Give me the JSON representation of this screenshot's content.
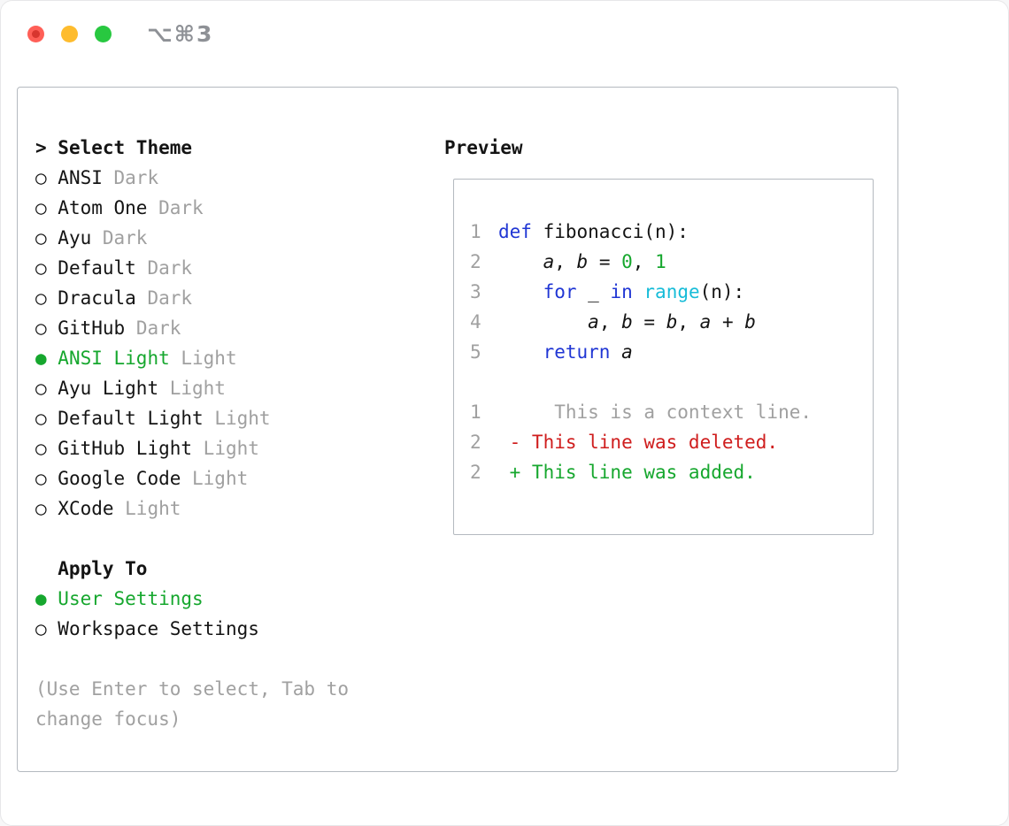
{
  "window": {
    "title": "⌥⌘3",
    "traffic_lights": [
      "close",
      "minimize",
      "zoom"
    ]
  },
  "theme_picker": {
    "pointer": "> ",
    "title": "Select Theme",
    "items": [
      {
        "name": "ANSI",
        "variant": "Dark",
        "selected": false
      },
      {
        "name": "Atom One",
        "variant": "Dark",
        "selected": false
      },
      {
        "name": "Ayu",
        "variant": "Dark",
        "selected": false
      },
      {
        "name": "Default",
        "variant": "Dark",
        "selected": false
      },
      {
        "name": "Dracula",
        "variant": "Dark",
        "selected": false
      },
      {
        "name": "GitHub",
        "variant": "Dark",
        "selected": false
      },
      {
        "name": "ANSI Light",
        "variant": "Light",
        "selected": true
      },
      {
        "name": "Ayu Light",
        "variant": "Light",
        "selected": false
      },
      {
        "name": "Default Light",
        "variant": "Light",
        "selected": false
      },
      {
        "name": "GitHub Light",
        "variant": "Light",
        "selected": false
      },
      {
        "name": "Google Code",
        "variant": "Light",
        "selected": false
      },
      {
        "name": "XCode",
        "variant": "Light",
        "selected": false
      }
    ],
    "apply_to": {
      "title": "Apply To",
      "options": [
        {
          "label": "User Settings",
          "selected": true
        },
        {
          "label": "Workspace Settings",
          "selected": false
        }
      ]
    },
    "hint": "(Use Enter to select, Tab to change focus)"
  },
  "preview": {
    "title": "Preview",
    "code": [
      {
        "num": "1",
        "tokens": [
          {
            "t": "def",
            "c": "kw"
          },
          {
            "t": " fibonacci(n):",
            "c": ""
          }
        ]
      },
      {
        "num": "2",
        "tokens": [
          {
            "t": "    ",
            "c": ""
          },
          {
            "t": "a",
            "c": "var"
          },
          {
            "t": ", ",
            "c": ""
          },
          {
            "t": "b",
            "c": "var"
          },
          {
            "t": " = ",
            "c": ""
          },
          {
            "t": "0",
            "c": "num"
          },
          {
            "t": ", ",
            "c": ""
          },
          {
            "t": "1",
            "c": "num"
          }
        ]
      },
      {
        "num": "3",
        "tokens": [
          {
            "t": "    ",
            "c": ""
          },
          {
            "t": "for",
            "c": "kw"
          },
          {
            "t": " _ ",
            "c": ""
          },
          {
            "t": "in",
            "c": "kw"
          },
          {
            "t": " ",
            "c": ""
          },
          {
            "t": "range",
            "c": "builtin"
          },
          {
            "t": "(n):",
            "c": ""
          }
        ]
      },
      {
        "num": "4",
        "tokens": [
          {
            "t": "        ",
            "c": ""
          },
          {
            "t": "a",
            "c": "var"
          },
          {
            "t": ", ",
            "c": ""
          },
          {
            "t": "b",
            "c": "var"
          },
          {
            "t": " = ",
            "c": ""
          },
          {
            "t": "b",
            "c": "var"
          },
          {
            "t": ", ",
            "c": ""
          },
          {
            "t": "a",
            "c": "var"
          },
          {
            "t": " + ",
            "c": ""
          },
          {
            "t": "b",
            "c": "var"
          }
        ]
      },
      {
        "num": "5",
        "tokens": [
          {
            "t": "    ",
            "c": ""
          },
          {
            "t": "return",
            "c": "kw"
          },
          {
            "t": " ",
            "c": ""
          },
          {
            "t": "a",
            "c": "var"
          }
        ]
      }
    ],
    "diff": [
      {
        "num": "1",
        "text": "     This is a context line.",
        "type": "context"
      },
      {
        "num": "2",
        "text": " - This line was deleted.",
        "type": "deleted"
      },
      {
        "num": "2",
        "text": " + This line was added.",
        "type": "added"
      }
    ]
  },
  "colors": {
    "accent_green": "#16a72e",
    "keyword_blue": "#2036d4",
    "builtin_cyan": "#16bcd8",
    "number_green": "#16a72e",
    "deleted_red": "#cf1d1d",
    "added_green": "#16a72e",
    "muted_gray": "#a0a0a0",
    "text": "#141414",
    "close_red": "#ff5f57",
    "minimize_yellow": "#febc2e",
    "zoom_green": "#28c840"
  }
}
